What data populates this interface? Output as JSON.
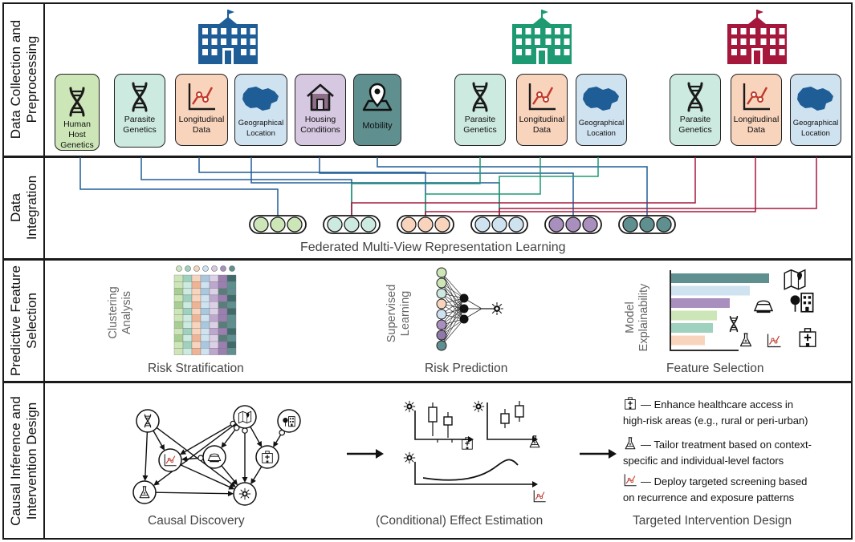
{
  "rows": [
    {
      "id": "collection",
      "label": "Data Collection and Preprocessing"
    },
    {
      "id": "integration",
      "label": "Data Integration"
    },
    {
      "id": "predictive",
      "label": "Predictive Feature Selection"
    },
    {
      "id": "causal",
      "label": "Causal Inference and Intervention Design"
    }
  ],
  "sites": [
    {
      "color": "#1f5d97",
      "cards": [
        {
          "label": "Human Host Genetics",
          "icon": "dna-icon",
          "bg": "#cde6b8"
        },
        {
          "label": "Parasite Genetics",
          "icon": "dna-icon",
          "bg": "#cceadf"
        },
        {
          "label": "Longitudinal Data",
          "icon": "line-chart-icon",
          "bg": "#f9d4bd"
        },
        {
          "label": "Geographical Location",
          "icon": "map-region-icon",
          "bg": "#cfe2f0"
        },
        {
          "label": "Housing Conditions",
          "icon": "house-icon",
          "bg": "#d6c8e1"
        },
        {
          "label": "Mobility",
          "icon": "location-pin-icon",
          "bg": "#5f8f8e"
        }
      ]
    },
    {
      "color": "#1e9a72",
      "cards": [
        {
          "label": "Parasite Genetics",
          "icon": "dna-icon",
          "bg": "#cceadf"
        },
        {
          "label": "Longitudinal Data",
          "icon": "line-chart-icon",
          "bg": "#f9d4bd"
        },
        {
          "label": "Geographical Location",
          "icon": "map-region-icon",
          "bg": "#cfe2f0"
        }
      ]
    },
    {
      "color": "#a5183c",
      "cards": [
        {
          "label": "Parasite Genetics",
          "icon": "dna-icon",
          "bg": "#cceadf"
        },
        {
          "label": "Longitudinal Data",
          "icon": "line-chart-icon",
          "bg": "#f9d4bd"
        },
        {
          "label": "Geographical Location",
          "icon": "map-region-icon",
          "bg": "#cfe2f0"
        }
      ]
    }
  ],
  "view_groups": [
    "#cde6b8",
    "#cceadf",
    "#f9d4bd",
    "#cfe2f0",
    "#a98fbd",
    "#5f8f8e"
  ],
  "integration_caption": "Federated Multi-View Representation Learning",
  "predictive": {
    "clustering": {
      "side_label": "Clustering Analysis",
      "caption": "Risk Stratification"
    },
    "supervised": {
      "side_label": "Supervised Learning",
      "caption": "Risk Prediction"
    },
    "explain": {
      "side_label": "Model Explainability",
      "caption": "Feature Selection"
    }
  },
  "causal": {
    "discovery_caption": "Causal Discovery",
    "effect_caption": "(Conditional) Effect Estimation",
    "design_caption": "Targeted Intervention Design",
    "interventions": [
      {
        "icon": "hospital-icon",
        "lines": [
          "— Enhance healthcare access in",
          "high-risk areas (e.g., rural or peri-urban)"
        ]
      },
      {
        "icon": "flask-icon",
        "lines": [
          "— Tailor treatment based on context-",
          "specific and individual-level factors"
        ]
      },
      {
        "icon": "line-chart-icon",
        "lines": [
          "— Deploy targeted screening based",
          "on recurrence and exposure patterns"
        ]
      }
    ]
  }
}
